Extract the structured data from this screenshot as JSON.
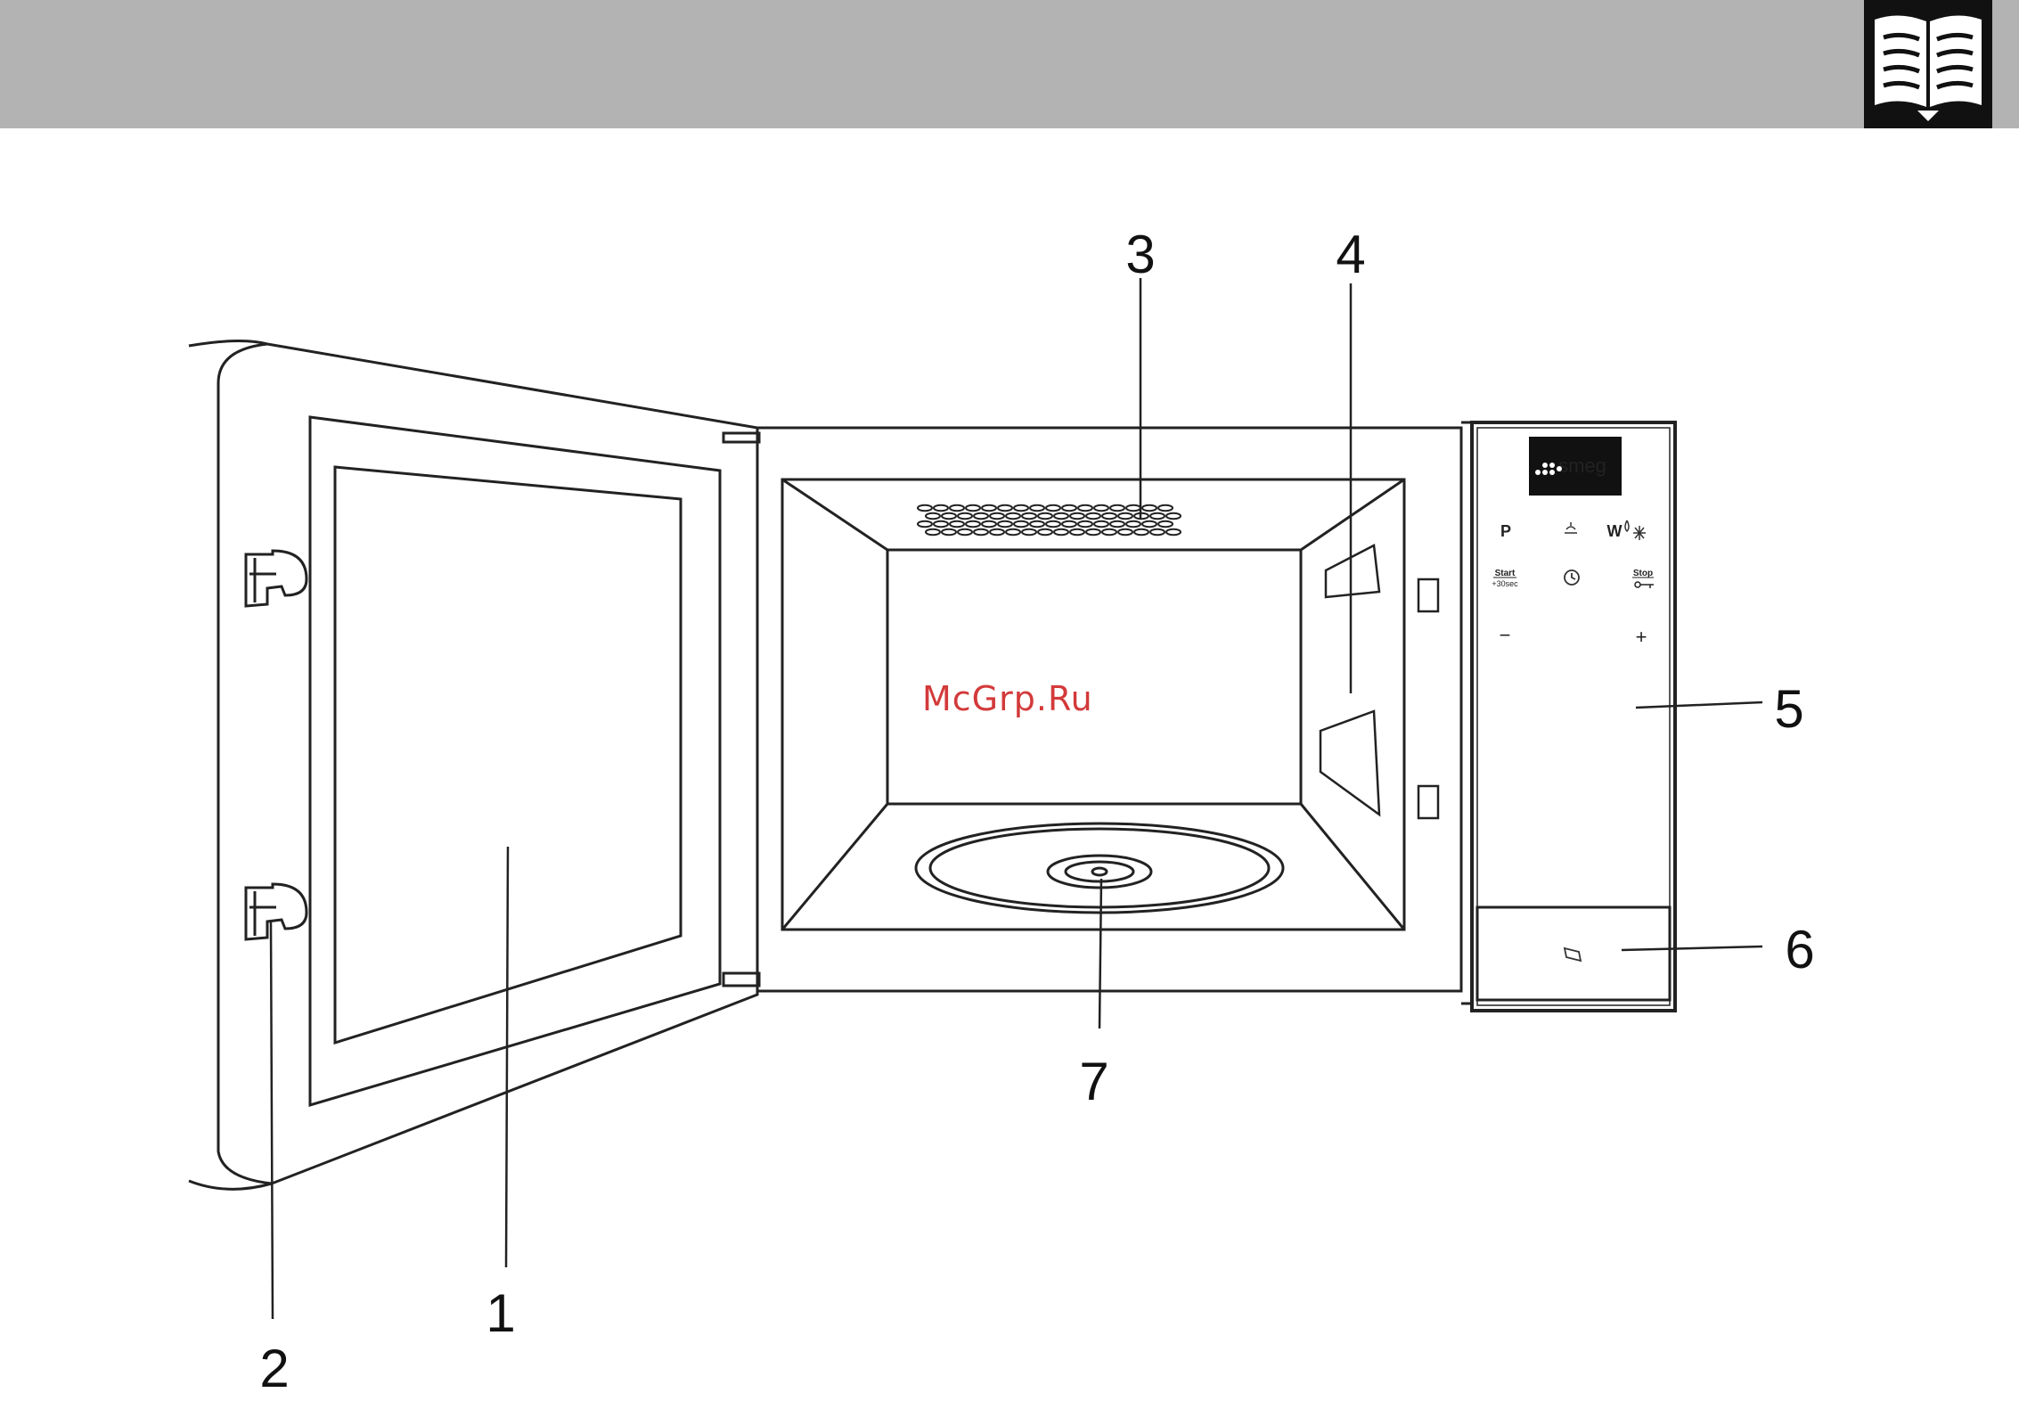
{
  "header": {
    "book_icon": "open-book-icon"
  },
  "panel": {
    "brand": "smeg",
    "btn_p": "P",
    "btn_w": "W",
    "btn_start": "Start",
    "btn_start_sub": "+30sec",
    "btn_stop": "Stop",
    "btn_minus": "−",
    "btn_plus": "+"
  },
  "callouts": {
    "c1": "1",
    "c2": "2",
    "c3": "3",
    "c4": "4",
    "c5": "5",
    "c6": "6",
    "c7": "7"
  },
  "watermark": "McGrp.Ru"
}
